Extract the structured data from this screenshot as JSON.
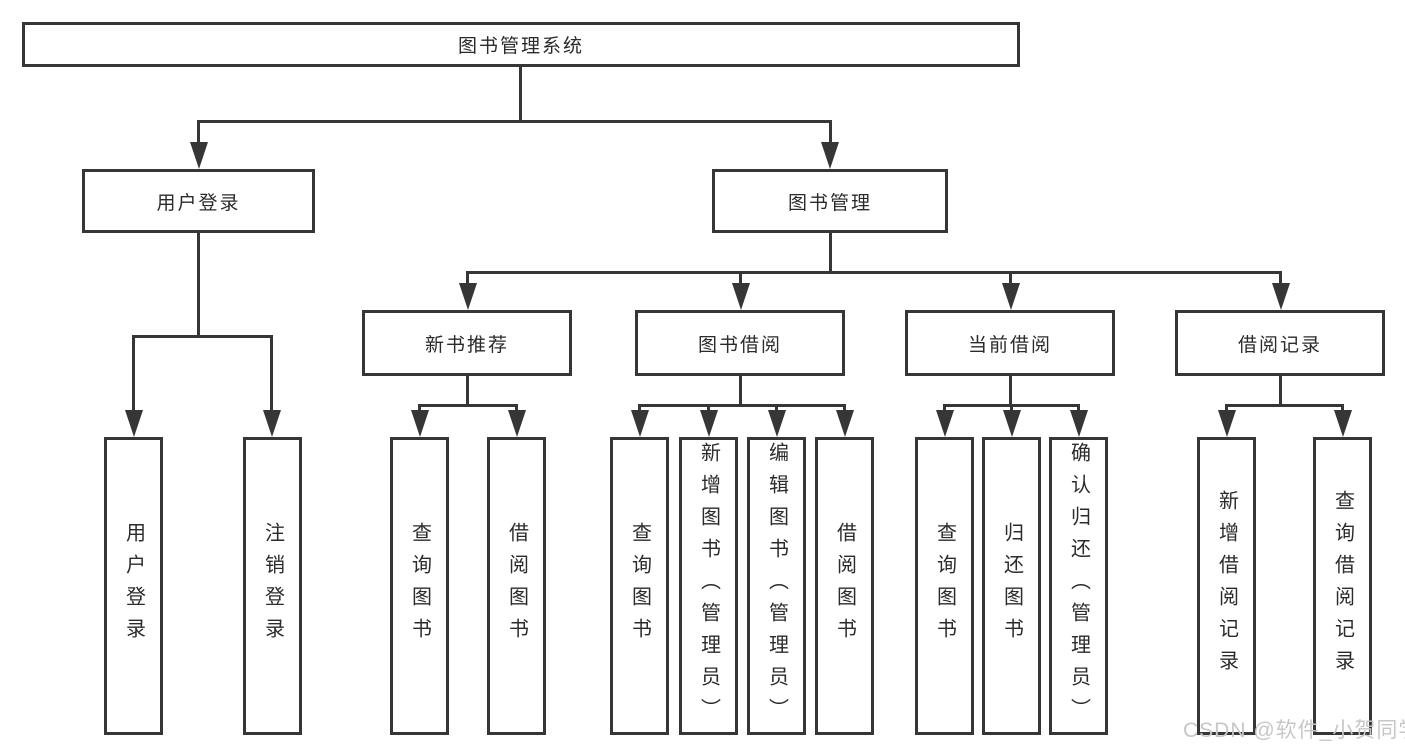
{
  "colors": {
    "line": "#363636",
    "text": "#2b2b2b",
    "background": "#ffffff",
    "watermark": "#c9c6c6"
  },
  "tree": {
    "root": "图书管理系统",
    "children": [
      {
        "label": "用户登录",
        "children": [
          "用户登录",
          "注销登录"
        ]
      },
      {
        "label": "图书管理",
        "children": [
          {
            "label": "新书推荐",
            "children": [
              "查询图书",
              "借阅图书"
            ]
          },
          {
            "label": "图书借阅",
            "children": [
              "查询图书",
              "新增图书（管理员）",
              "编辑图书（管理员）",
              "借阅图书"
            ]
          },
          {
            "label": "当前借阅",
            "children": [
              "查询图书",
              "归还图书",
              "确认归还（管理员）"
            ]
          },
          {
            "label": "借阅记录",
            "children": [
              "新增借阅记录",
              "查询借阅记录"
            ]
          }
        ]
      }
    ]
  },
  "watermark": "CSDN @软件_小贺同学"
}
